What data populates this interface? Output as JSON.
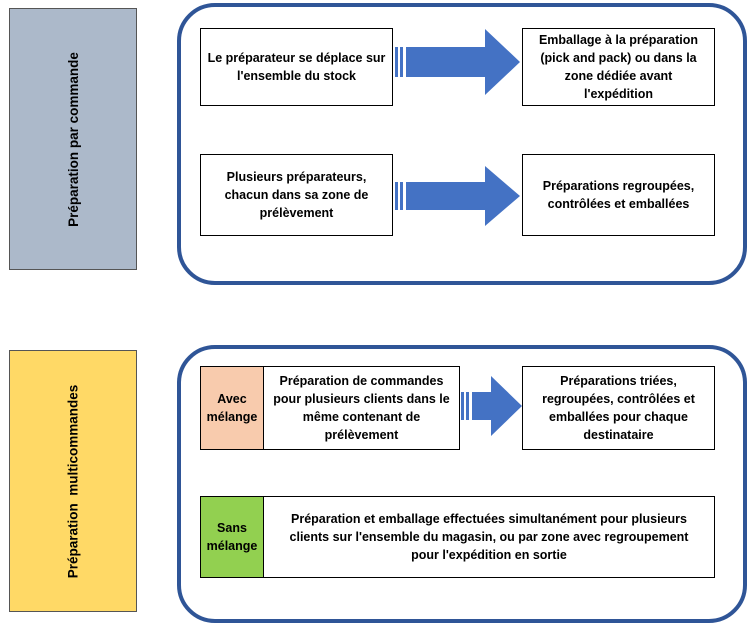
{
  "colors": {
    "accent_border": "#2f5597",
    "arrow": "#4472c4",
    "side_top": "#acb9ca",
    "side_bottom": "#ffd966",
    "tag_avec": "#f8cbad",
    "tag_sans": "#92d050"
  },
  "sections": {
    "par_commande": {
      "title": "Préparation par commande",
      "row1": {
        "left": "Le préparateur se déplace sur l'ensemble du stock",
        "right": "Emballage à la préparation (pick and pack) ou dans la zone dédiée avant l'expédition"
      },
      "row2": {
        "left": "Plusieurs préparateurs, chacun dans sa zone de prélèvement",
        "right": "Préparations regroupées, contrôlées et emballées"
      }
    },
    "multicommandes": {
      "title": "Préparation  multicommandes",
      "avec": {
        "tag": "Avec mélange",
        "text": "Préparation de commandes pour plusieurs clients dans le même contenant de prélèvement",
        "result": "Préparations triées, regroupées, contrôlées et emballées pour chaque destinataire"
      },
      "sans": {
        "tag": "Sans mélange",
        "text": "Préparation et emballage effectuées simultanément pour plusieurs clients sur l'ensemble du magasin, ou par zone avec regroupement pour l'expédition en sortie"
      }
    }
  }
}
